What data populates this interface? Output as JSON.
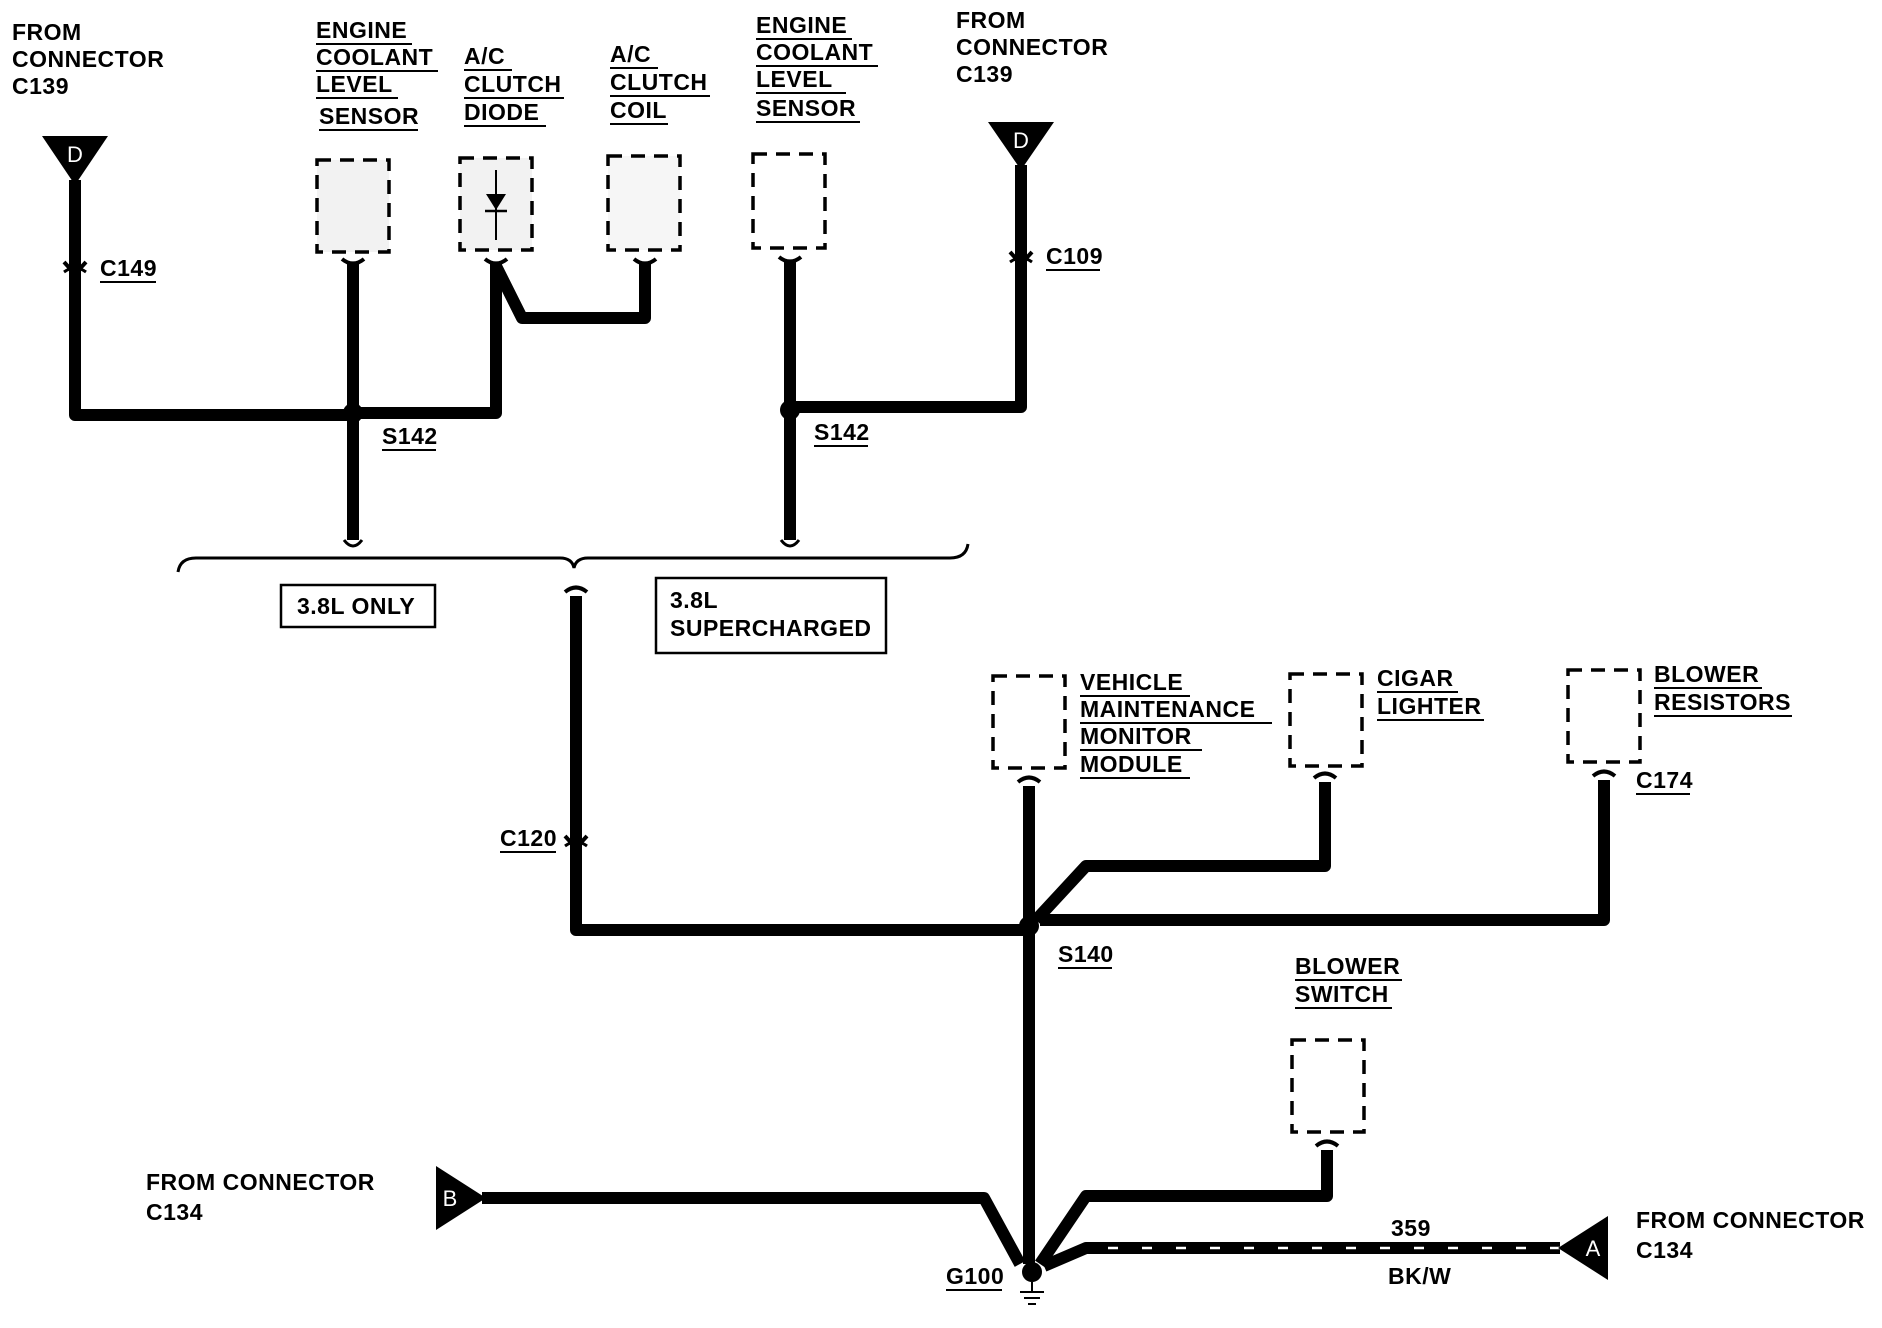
{
  "source_labels": {
    "top_left": [
      "FROM",
      "CONNECTOR",
      "C139"
    ],
    "top_right": [
      "FROM",
      "CONNECTOR",
      "C139"
    ],
    "bottom_left": [
      "FROM CONNECTOR",
      "C134"
    ],
    "bottom_right": [
      "FROM CONNECTOR",
      "C134"
    ]
  },
  "connector_letters": {
    "top_left": "D",
    "top_right": "D",
    "bottom_left": "B",
    "bottom_right": "A"
  },
  "components": {
    "ecl_sensor_left": [
      "ENGINE",
      "COOLANT",
      "LEVEL",
      "SENSOR"
    ],
    "ac_clutch_diode": [
      "A/C",
      "CLUTCH",
      "DIODE"
    ],
    "ac_clutch_coil": [
      "A/C",
      "CLUTCH",
      "COIL"
    ],
    "ecl_sensor_right": [
      "ENGINE",
      "COOLANT",
      "LEVEL",
      "SENSOR"
    ],
    "vmm_module": [
      "VEHICLE",
      "MAINTENANCE",
      "MONITOR",
      "MODULE"
    ],
    "cigar_lighter": [
      "CIGAR",
      "LIGHTER"
    ],
    "blower_resistors": [
      "BLOWER",
      "RESISTORS"
    ],
    "blower_switch": [
      "BLOWER",
      "SWITCH"
    ]
  },
  "connectors": {
    "c149": "C149",
    "c109": "C109",
    "c120": "C120",
    "c174": "C174"
  },
  "splices": {
    "s142_left": "S142",
    "s142_right": "S142",
    "s140": "S140"
  },
  "ground": "G100",
  "options": {
    "left": "3.8L ONLY",
    "right": [
      "3.8L",
      "SUPERCHARGED"
    ]
  },
  "wire": {
    "circuit": "359",
    "color": "BK/W"
  }
}
